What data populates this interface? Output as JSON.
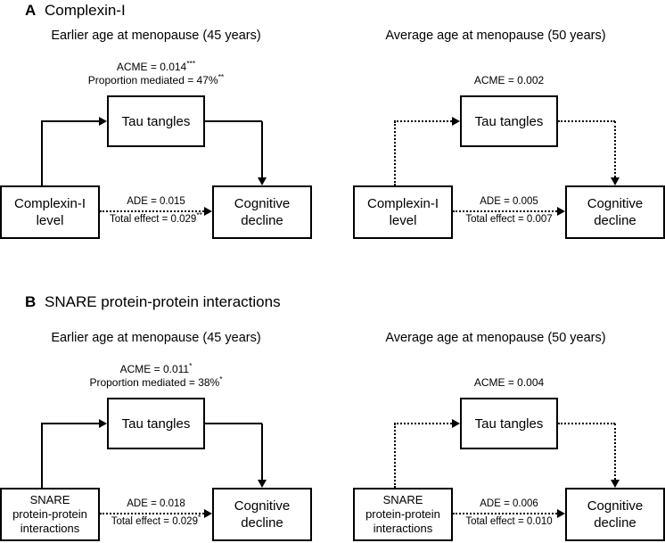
{
  "figure": {
    "panels": [
      {
        "letter": "A",
        "title": "Complexin-I",
        "diagrams": [
          {
            "subtitle": "Earlier age at menopause (45 years)",
            "stats": {
              "acme": "ACME = 0.014",
              "acme_sig": "***",
              "proportion": "Proportion mediated = 47%",
              "proportion_sig": "**"
            },
            "boxes": {
              "exposure_lines": [
                "Complexin-I",
                "level"
              ],
              "mediator": "Tau tangles",
              "outcome_lines": [
                "Cognitive",
                "decline"
              ]
            },
            "direct": {
              "ade": "ADE = 0.015",
              "total": "Total effect = 0.029",
              "total_sig": "**"
            },
            "mediation_path_style": "solid"
          },
          {
            "subtitle": "Average age at menopause (50 years)",
            "stats": {
              "acme": "ACME = 0.002",
              "acme_sig": ""
            },
            "boxes": {
              "exposure_lines": [
                "Complexin-I",
                "level"
              ],
              "mediator": "Tau tangles",
              "outcome_lines": [
                "Cognitive",
                "decline"
              ]
            },
            "direct": {
              "ade": "ADE = 0.005",
              "total": "Total effect = 0.007",
              "total_sig": ""
            },
            "mediation_path_style": "dotted"
          }
        ]
      },
      {
        "letter": "B",
        "title": "SNARE protein-protein interactions",
        "diagrams": [
          {
            "subtitle": "Earlier age at menopause (45 years)",
            "stats": {
              "acme": "ACME = 0.011",
              "acme_sig": "*",
              "proportion": "Proportion mediated = 38%",
              "proportion_sig": "*"
            },
            "boxes": {
              "exposure_lines": [
                "SNARE",
                "protein-protein",
                "interactions"
              ],
              "mediator": "Tau tangles",
              "outcome_lines": [
                "Cognitive",
                "decline"
              ]
            },
            "direct": {
              "ade": "ADE = 0.018",
              "total": "Total effect = 0.029",
              "total_sig": "*"
            },
            "mediation_path_style": "solid"
          },
          {
            "subtitle": "Average age at menopause (50 years)",
            "stats": {
              "acme": "ACME = 0.004",
              "acme_sig": ""
            },
            "boxes": {
              "exposure_lines": [
                "SNARE",
                "protein-protein",
                "interactions"
              ],
              "mediator": "Tau tangles",
              "outcome_lines": [
                "Cognitive",
                "decline"
              ]
            },
            "direct": {
              "ade": "ADE = 0.006",
              "total": "Total effect = 0.010",
              "total_sig": ""
            },
            "mediation_path_style": "dotted"
          }
        ]
      }
    ],
    "colors": {
      "ink": "#000000",
      "background": "#ffffff"
    }
  }
}
